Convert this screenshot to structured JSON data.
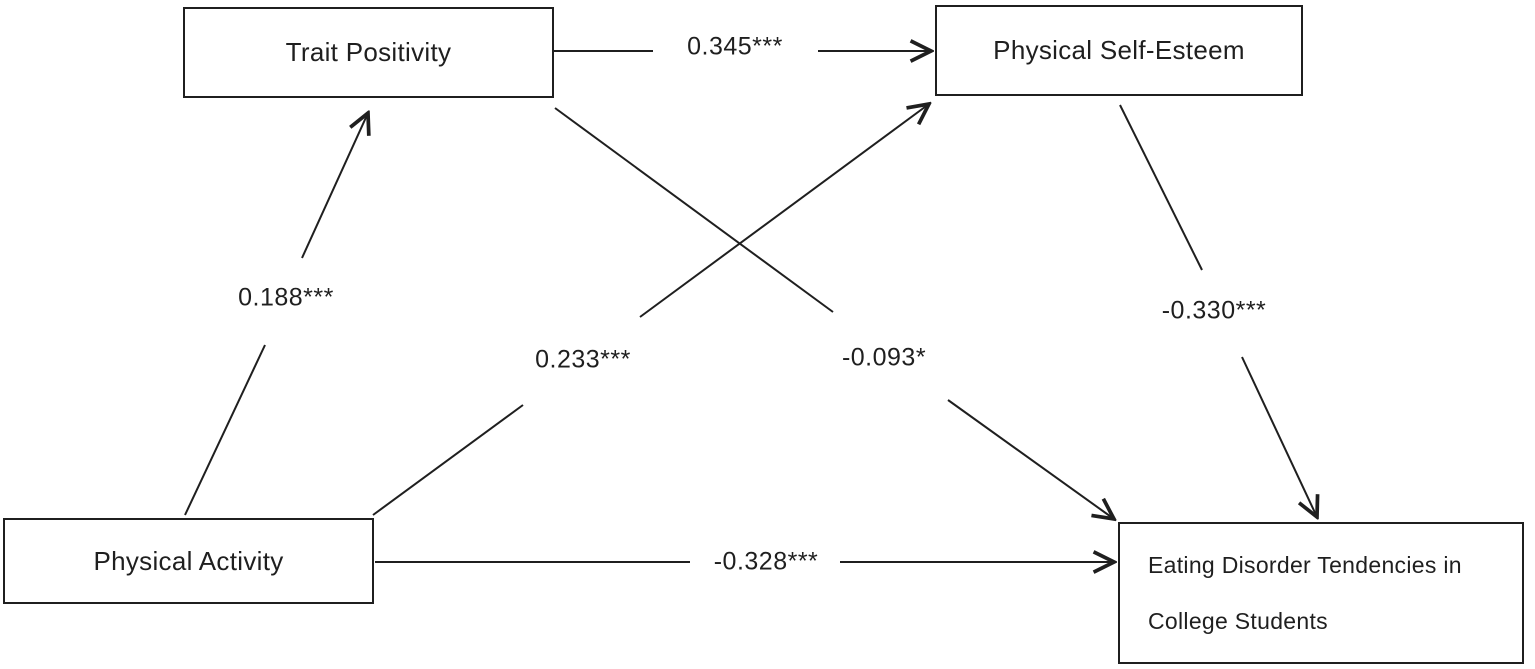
{
  "diagram": {
    "type": "path-analysis-model",
    "background_color": "#ffffff",
    "line_color": "#1f1f1f",
    "nodes": {
      "trait_positivity": {
        "label": "Trait Positivity"
      },
      "physical_self_esteem": {
        "label": "Physical Self-Esteem"
      },
      "physical_activity": {
        "label": "Physical Activity"
      },
      "eating_disorder": {
        "label_line1": "Eating Disorder Tendencies in",
        "label_line2": "College Students"
      }
    },
    "edges": {
      "tp_to_pse": {
        "from": "Trait Positivity",
        "to": "Physical Self-Esteem",
        "coefficient": "0.345***"
      },
      "pa_to_tp": {
        "from": "Physical Activity",
        "to": "Trait Positivity",
        "coefficient": "0.188***"
      },
      "pa_to_pse": {
        "from": "Physical Activity",
        "to": "Physical Self-Esteem",
        "coefficient": "0.233***"
      },
      "tp_to_ed": {
        "from": "Trait Positivity",
        "to": "Eating Disorder Tendencies in College Students",
        "coefficient": "-0.093*"
      },
      "pse_to_ed": {
        "from": "Physical Self-Esteem",
        "to": "Eating Disorder Tendencies in College Students",
        "coefficient": "-0.330***"
      },
      "pa_to_ed": {
        "from": "Physical Activity",
        "to": "Eating Disorder Tendencies in College Students",
        "coefficient": "-0.328***"
      }
    }
  }
}
